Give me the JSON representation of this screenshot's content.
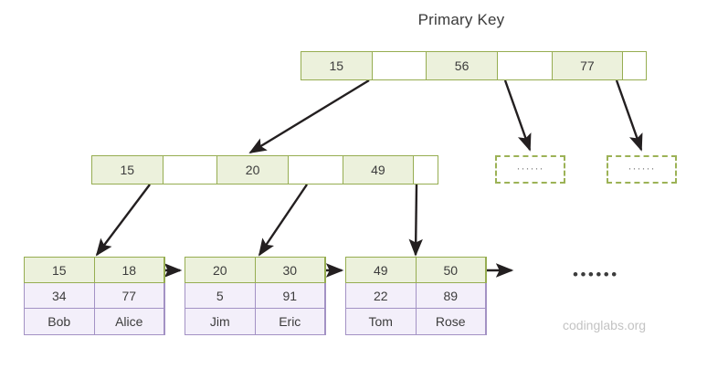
{
  "title": "Primary Key",
  "colors": {
    "key_fill": "#ecf1dc",
    "key_border": "#96ad51",
    "data_fill": "#f3effa",
    "data_border": "#a392c4",
    "arrow": "#231f20",
    "text": "#3c3c3c",
    "watermark": "#c3c3c3",
    "background": "#ffffff"
  },
  "root": {
    "name": "root-node",
    "cells": [
      {
        "label": "15",
        "type": "key"
      },
      {
        "label": "",
        "type": "pointer"
      },
      {
        "label": "56",
        "type": "key"
      },
      {
        "label": "",
        "type": "pointer"
      },
      {
        "label": "77",
        "type": "key"
      },
      {
        "label": "",
        "type": "pointer"
      }
    ]
  },
  "internal": {
    "name": "internal-node",
    "cells": [
      {
        "label": "15",
        "type": "key"
      },
      {
        "label": "",
        "type": "pointer"
      },
      {
        "label": "20",
        "type": "key"
      },
      {
        "label": "",
        "type": "pointer"
      },
      {
        "label": "49",
        "type": "key"
      },
      {
        "label": "",
        "type": "pointer"
      }
    ]
  },
  "placeholders": [
    {
      "name": "placeholder-node-1",
      "label": "······"
    },
    {
      "name": "placeholder-node-2",
      "label": "······"
    }
  ],
  "leaves": [
    {
      "name": "leaf-node-1",
      "keys": [
        "15",
        "18"
      ],
      "values": [
        "34",
        "77"
      ],
      "names": [
        "Bob",
        "Alice"
      ]
    },
    {
      "name": "leaf-node-2",
      "keys": [
        "20",
        "30"
      ],
      "values": [
        "5",
        "91"
      ],
      "names": [
        "Jim",
        "Eric"
      ]
    },
    {
      "name": "leaf-node-3",
      "keys": [
        "49",
        "50"
      ],
      "values": [
        "22",
        "89"
      ],
      "names": [
        "Tom",
        "Rose"
      ]
    }
  ],
  "leaf_ellipsis": "••••••",
  "watermark": "codinglabs.org"
}
